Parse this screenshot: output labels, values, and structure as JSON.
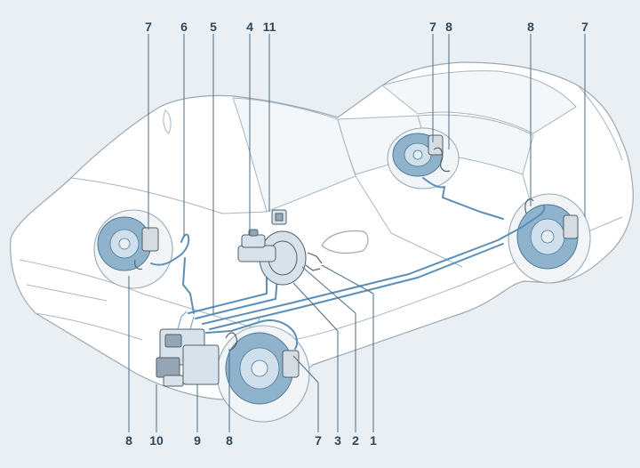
{
  "diagram": {
    "callouts": [
      {
        "id": "c-top-7a",
        "text": "7"
      },
      {
        "id": "c-top-6",
        "text": "6"
      },
      {
        "id": "c-top-5",
        "text": "5"
      },
      {
        "id": "c-top-4",
        "text": "4"
      },
      {
        "id": "c-top-11",
        "text": "11"
      },
      {
        "id": "c-top-7b",
        "text": "7"
      },
      {
        "id": "c-top-8a",
        "text": "8"
      },
      {
        "id": "c-top-8b",
        "text": "8"
      },
      {
        "id": "c-top-7c",
        "text": "7"
      },
      {
        "id": "c-bot-8a",
        "text": "8"
      },
      {
        "id": "c-bot-10",
        "text": "10"
      },
      {
        "id": "c-bot-9",
        "text": "9"
      },
      {
        "id": "c-bot-8b",
        "text": "8"
      },
      {
        "id": "c-bot-7",
        "text": "7"
      },
      {
        "id": "c-bot-3",
        "text": "3"
      },
      {
        "id": "c-bot-2",
        "text": "2"
      },
      {
        "id": "c-bot-1",
        "text": "1"
      }
    ],
    "colors": {
      "background": "#e9eff3",
      "brake_line": "#5a8fb8",
      "disc": "#8fb3cc",
      "label": "#2c4860"
    }
  }
}
